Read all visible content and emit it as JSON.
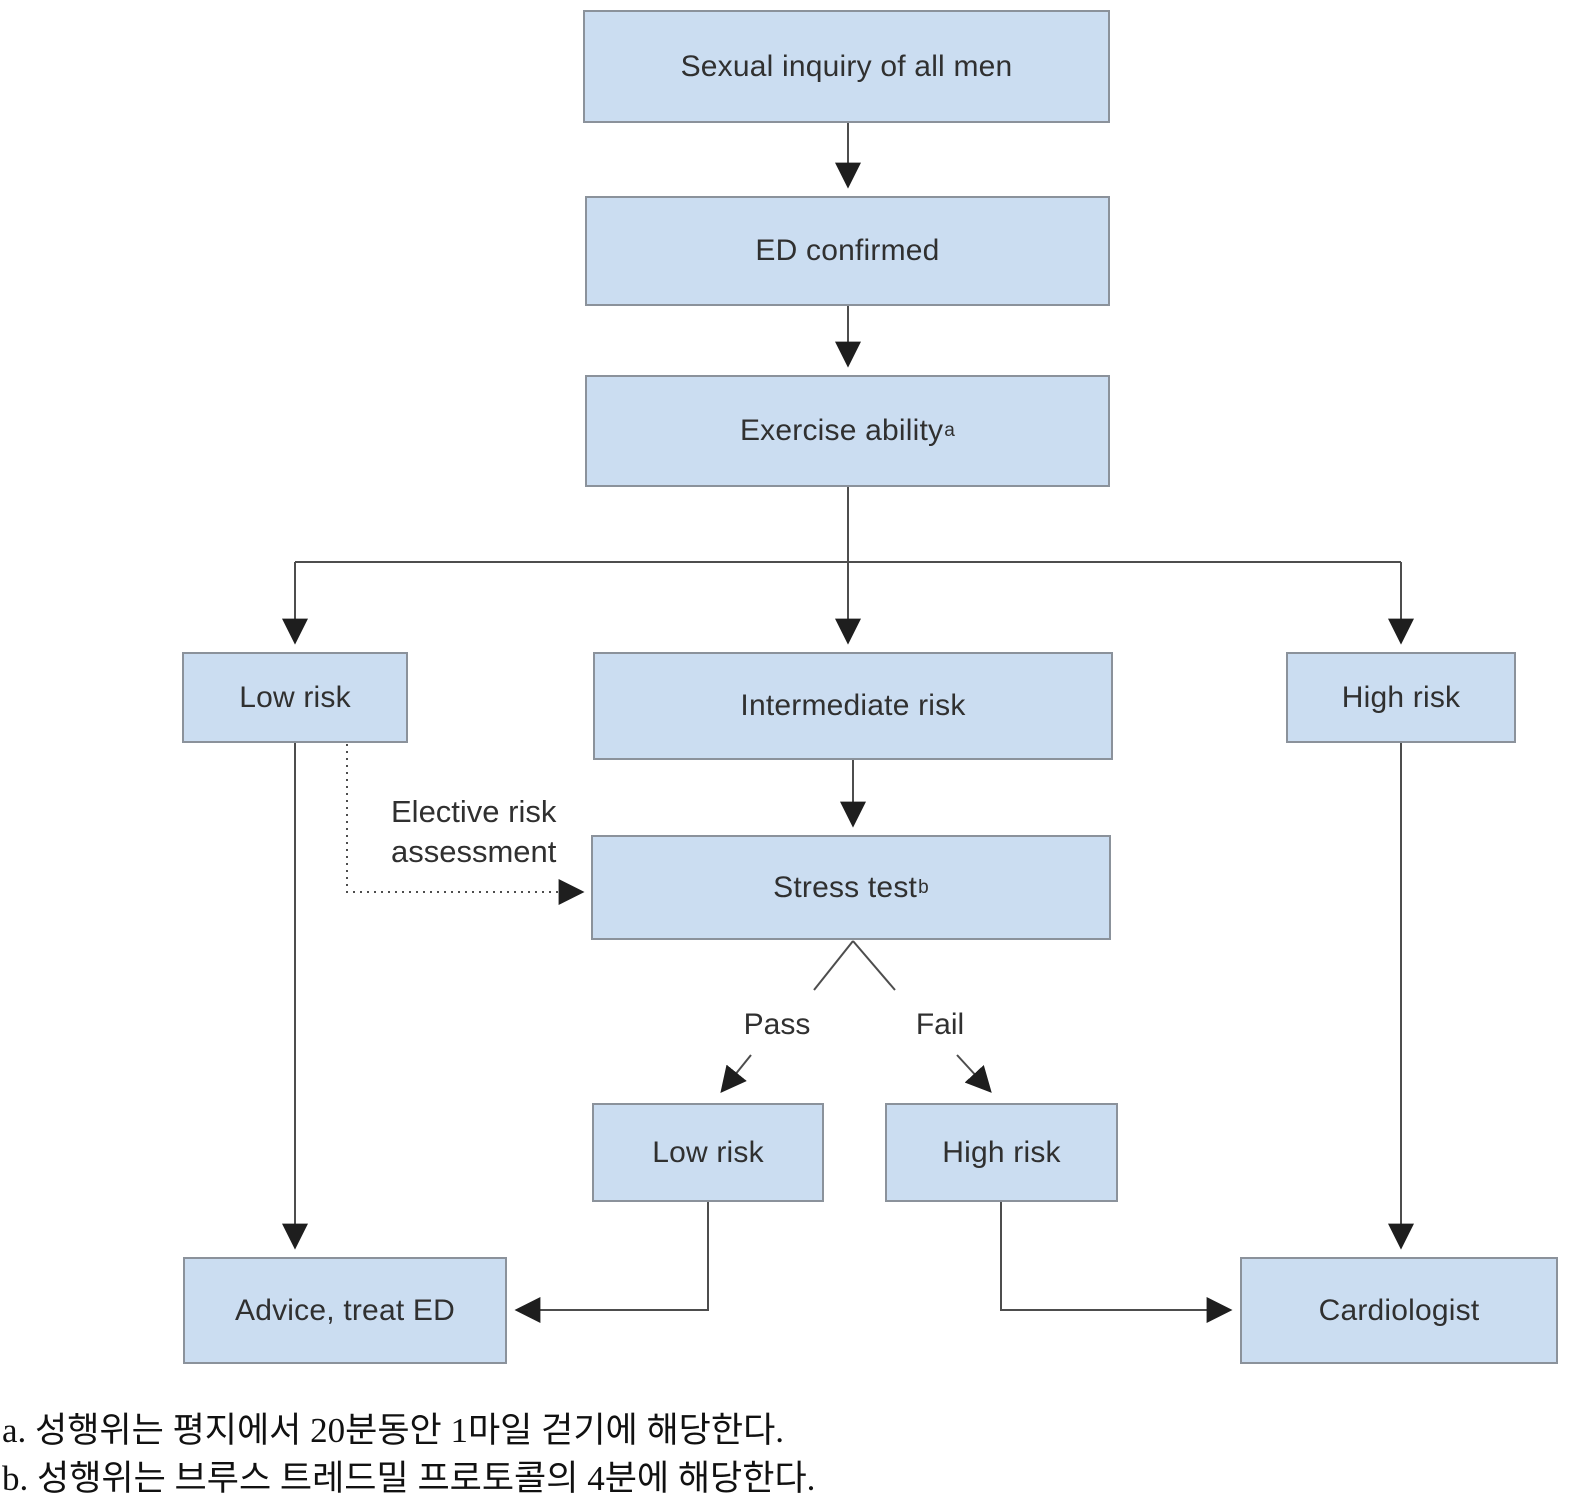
{
  "diagram": {
    "nodes": {
      "sexual_inquiry": {
        "label": "Sexual inquiry of all men"
      },
      "ed_confirmed": {
        "label": "ED confirmed"
      },
      "exercise_ability": {
        "label": "Exercise ability",
        "sup": "a"
      },
      "low_risk": {
        "label": "Low risk"
      },
      "intermediate_risk": {
        "label": "Intermediate risk"
      },
      "high_risk": {
        "label": "High risk"
      },
      "stress_test": {
        "label": "Stress test",
        "sup": "b"
      },
      "low_risk_pass": {
        "label": "Low risk"
      },
      "high_risk_fail": {
        "label": "High risk"
      },
      "advice_treat_ed": {
        "label": "Advice, treat ED"
      },
      "cardiologist": {
        "label": "Cardiologist"
      }
    },
    "edge_labels": {
      "pass": "Pass",
      "fail": "Fail",
      "elective_line1": "Elective risk",
      "elective_line2": "assessment"
    },
    "footnotes": {
      "a": "a. 성행위는 평지에서 20분동안 1마일 걷기에 해당한다.",
      "b": "b. 성행위는 브루스 트레드밀 프로토콜의 4분에 해당한다."
    },
    "colors": {
      "box_fill": "#cbddf1",
      "box_border": "#8b929b",
      "line": "#4d4d4d",
      "arrow": "#1e1e1e",
      "text": "#303030"
    }
  }
}
